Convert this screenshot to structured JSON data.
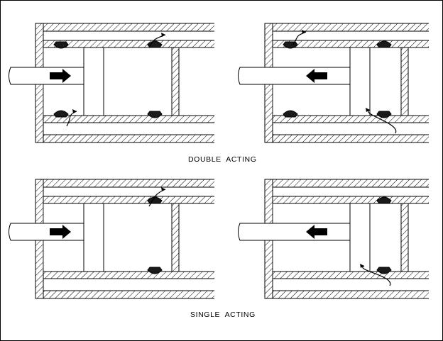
{
  "captions": {
    "double": "DOUBLE  ACTING",
    "single": "SINGLE  ACTING"
  },
  "colors": {
    "ink": "#000000",
    "paper": "#ffffff"
  },
  "panels": [
    {
      "id": "double-acting-extend",
      "arrow": "right",
      "valves": "double"
    },
    {
      "id": "double-acting-retract",
      "arrow": "left",
      "valves": "double"
    },
    {
      "id": "single-acting-extend",
      "arrow": "right",
      "valves": "single"
    },
    {
      "id": "single-acting-retract",
      "arrow": "left",
      "valves": "single"
    }
  ]
}
